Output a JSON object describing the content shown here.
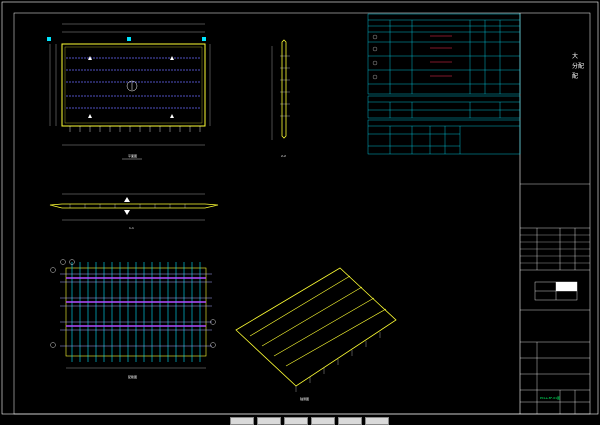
{
  "drawing": {
    "title_block_number": "PCLa-3F-01图",
    "vertical_title_line1": "大",
    "vertical_title_line2": "分配",
    "vertical_title_line3": "配",
    "section_1_label": "1-1",
    "section_2_label": "2-2",
    "plan_view_label": "平面图",
    "rebar_view_label": "配筋图",
    "iso_view_label": "轴测图"
  },
  "colors": {
    "background": "#000000",
    "table": "#00e5ff",
    "slab": "#ffff33",
    "rebar": "#5555ff",
    "dimension": "#ffffff",
    "highlight": "#ff3355"
  }
}
